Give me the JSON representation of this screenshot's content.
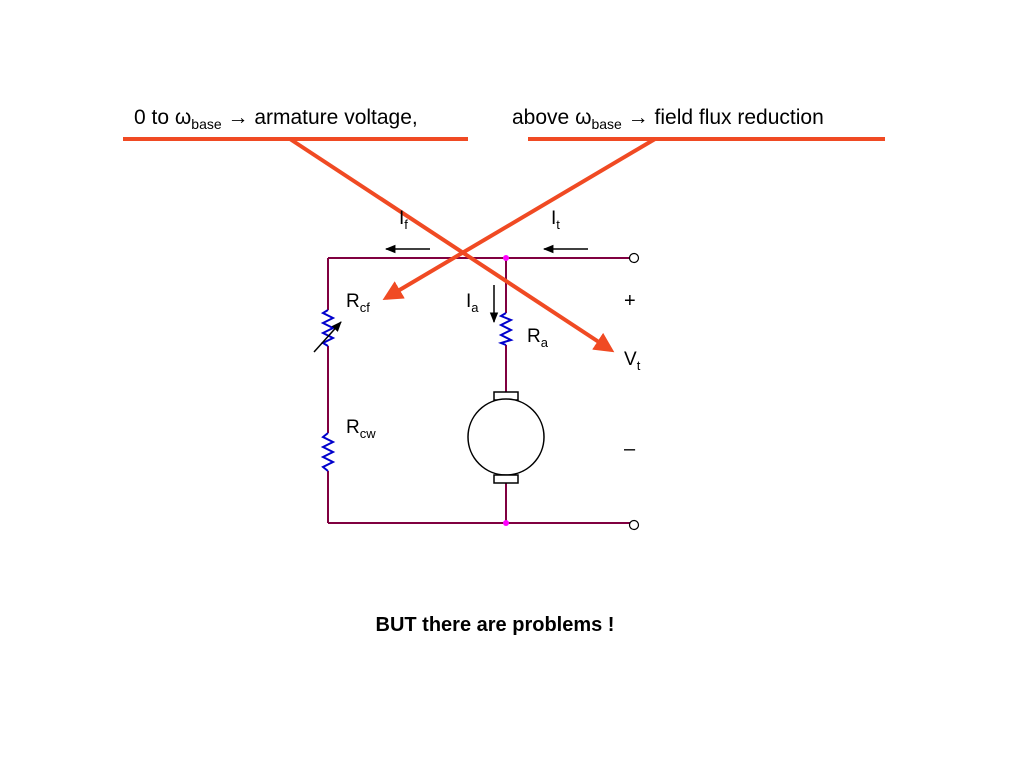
{
  "header": {
    "left": {
      "prefix": "0 to ",
      "omega": "ω",
      "sub": "base",
      "arrow": "→",
      "text": "armature voltage,"
    },
    "right": {
      "prefix": "above ",
      "omega": "ω",
      "sub": "base",
      "arrow": "→",
      "text": "field flux reduction"
    }
  },
  "circuit": {
    "if_label": {
      "main": "I",
      "sub": "f"
    },
    "it_label": {
      "main": "I",
      "sub": "t"
    },
    "ia_label": {
      "main": "I",
      "sub": "a"
    },
    "rcf_label": {
      "main": "R",
      "sub": "cf"
    },
    "rcw_label": {
      "main": "R",
      "sub": "cw"
    },
    "ra_label": {
      "main": "R",
      "sub": "a"
    },
    "vt_label": {
      "main": "V",
      "sub": "t"
    },
    "plus": "+",
    "minus": "–"
  },
  "footer": {
    "text": "BUT there are problems !"
  },
  "colors": {
    "wire": "#800040",
    "resistor": "#0000cc",
    "node": "#ff00ff",
    "highlight": "#f04a23",
    "text": "#000000"
  }
}
